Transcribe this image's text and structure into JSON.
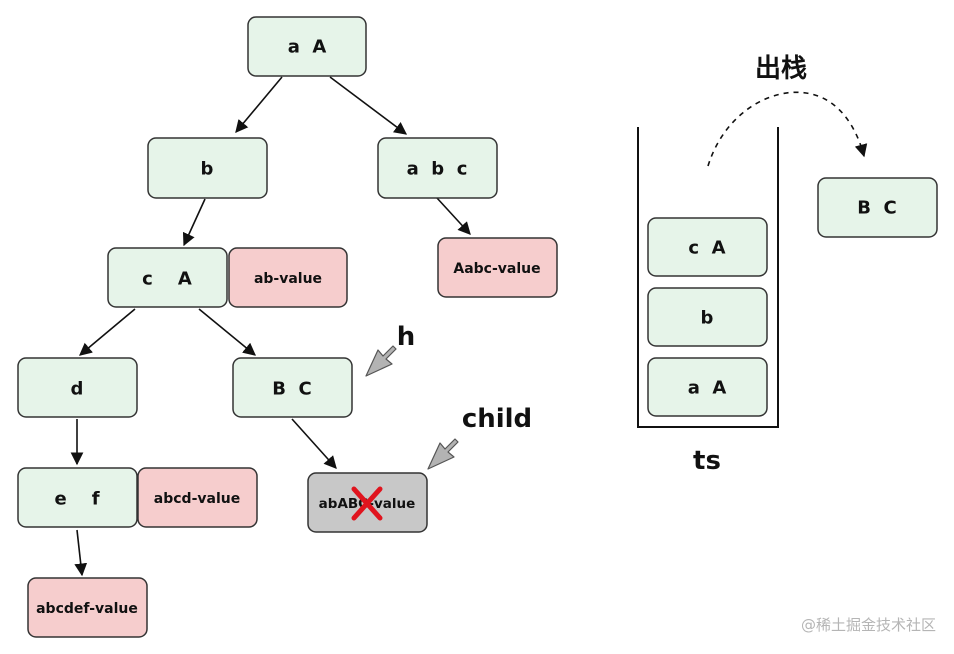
{
  "tree": {
    "nodes": {
      "root": "a  A",
      "b": "b",
      "abc": "a  b  c",
      "cA": "c    A",
      "d": "d",
      "BC": "B  C",
      "ef": "e    f"
    },
    "values": {
      "ab": "ab-value",
      "Aabc": "Aabc-value",
      "abcd": "abcd-value",
      "abcdef": "abcdef-value",
      "abABC": "abABC-value"
    }
  },
  "pointers": {
    "h": "h",
    "child": "child"
  },
  "stack": {
    "items": [
      "c  A",
      "b",
      "a  A"
    ],
    "label": "ts",
    "pop_label": "出栈",
    "popped": "B  C"
  },
  "watermark": "@稀土掘金技术社区",
  "colors": {
    "node": "#e6f4e9",
    "value": "#f6cdcd",
    "deleted_value": "#c8c8c8",
    "cross": "#e0141e",
    "pointer_arrow": "#b3b3b3"
  }
}
